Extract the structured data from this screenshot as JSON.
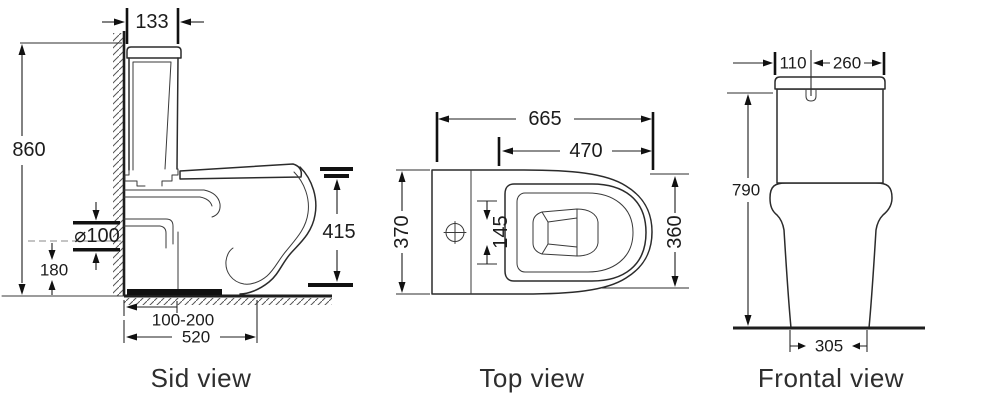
{
  "drawing": {
    "background": "#ffffff",
    "line_color": "#2b2b2b",
    "views": {
      "side": {
        "caption": "Sid view",
        "dimensions": {
          "tank_depth": "133",
          "overall_height": "860",
          "outlet_diameter": "⌀100",
          "outlet_center_height": "180",
          "bowl_height": "415",
          "outlet_offset_range": "100-200",
          "overall_depth": "520"
        }
      },
      "top": {
        "caption": "Top view",
        "dimensions": {
          "overall_length": "665",
          "seat_length": "470",
          "back_width": "370",
          "opening_width": "145",
          "front_width": "360"
        }
      },
      "frontal": {
        "caption": "Frontal view",
        "dimensions": {
          "lid_left_width": "110",
          "lid_right_width": "260",
          "tank_height": "790",
          "base_width": "305"
        }
      }
    }
  }
}
